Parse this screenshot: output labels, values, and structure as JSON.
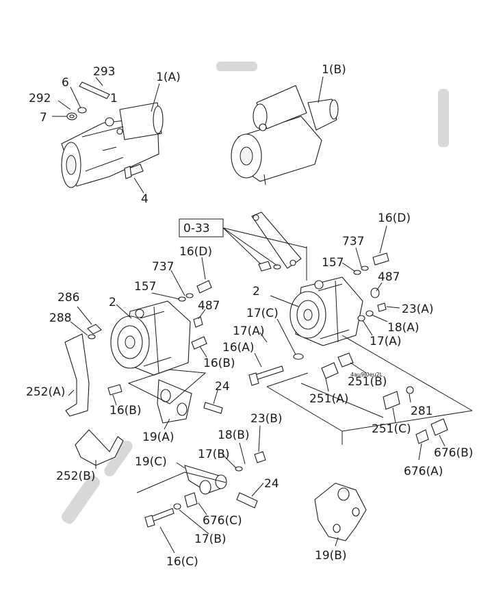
{
  "labels": {
    "p1a": "1(A)",
    "p1b": "1(B)",
    "p293": "293",
    "p6": "6",
    "p292": "292",
    "p7": "7",
    "p1": "1",
    "p4": "4",
    "p0_33": "0-33",
    "p16d_l": "16(D)",
    "p737_l": "737",
    "p157_l": "157",
    "p487_l": "487",
    "p16b_l": "16(B)",
    "p286": "286",
    "p288": "288",
    "p2_l": "2",
    "p252a": "252(A)",
    "p16b_b": "16(B)",
    "p24_a": "24",
    "p19a": "19(A)",
    "p252b": "252(B)",
    "p16d_r": "16(D)",
    "p737_r": "737",
    "p157_r": "157",
    "p487_r": "487",
    "p23a": "23(A)",
    "p18a": "18(A)",
    "p17a_r": "17(A)",
    "p2_r": "2",
    "p17c": "17(C)",
    "p17a_m": "17(A)",
    "p16a": "16(A)",
    "p251b": "251(B)",
    "p251a": "251(A)",
    "p281": "281",
    "p251c": "251(C)",
    "p676b": "676(B)",
    "p676a": "676(A)",
    "p23b": "23(B)",
    "p18b": "18(B)",
    "p17b_t": "17(B)",
    "p19c": "19(C)",
    "p24_b": "24",
    "p676c": "676(C)",
    "p17b_b": "17(B)",
    "p16c": "16(C)",
    "p19b": "19(B)",
    "watermark": "4au9J0eu2L"
  }
}
